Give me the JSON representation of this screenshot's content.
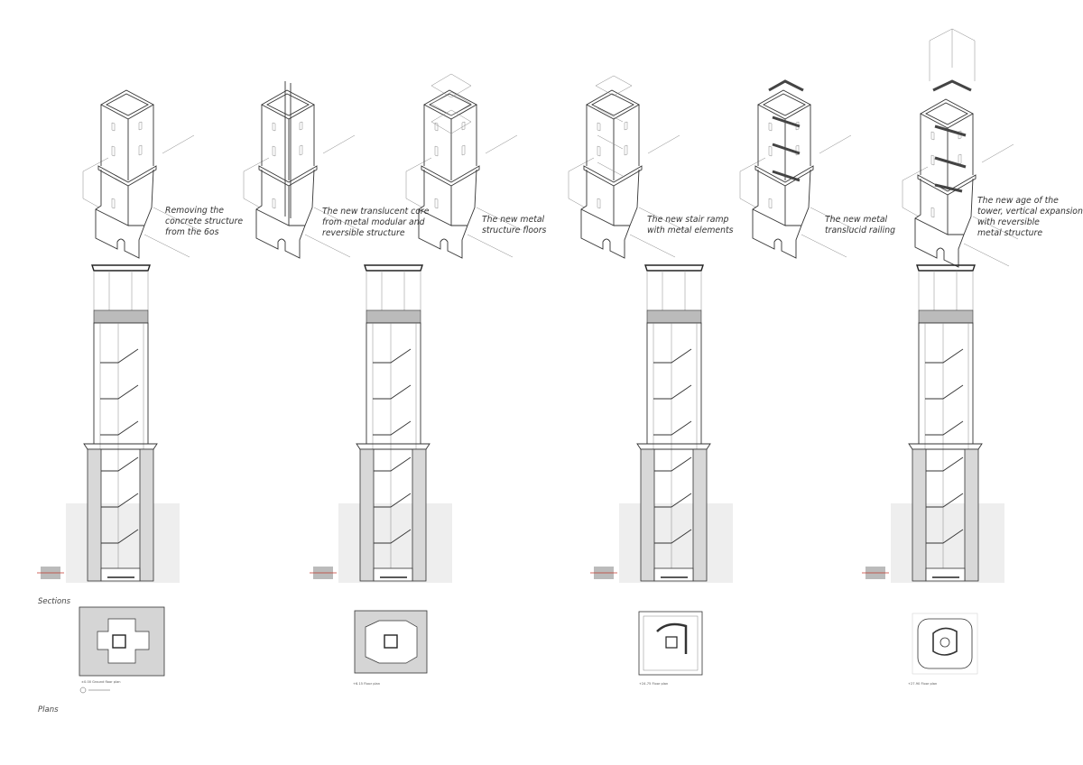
{
  "axonometrics": [
    {
      "caption": [
        "Removing the",
        "concrete structure",
        "from the 6os"
      ]
    },
    {
      "caption": [
        "The new translucent core",
        "from metal modular and",
        "reversible structure"
      ]
    },
    {
      "caption": [
        "The new metal",
        "structure floors"
      ]
    },
    {
      "caption": [
        "The new stair ramp",
        "with metal elements"
      ]
    },
    {
      "caption": [
        "The new metal",
        "translucid railing"
      ]
    },
    {
      "caption": [
        "The new age of the",
        "tower, vertical expansion",
        "with reversible",
        "metal structure"
      ]
    }
  ],
  "sections_label": "Sections",
  "plans_label": "Plans",
  "plans": [
    {
      "label": "±0.00 Ground floor plan"
    },
    {
      "label": "+6.15 Floor plan"
    },
    {
      "label": "+24.75 Floor plan"
    },
    {
      "label": "+27.90 Floor plan"
    }
  ],
  "colors": {
    "line": "#333333",
    "stone": "#d8d8d8",
    "cut_marker": "#c0392b"
  }
}
